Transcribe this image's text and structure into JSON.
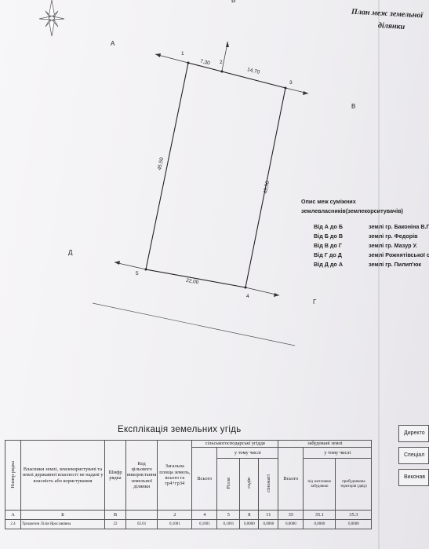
{
  "plan": {
    "title_line1": "План меж земельної",
    "title_line2": "ділянки",
    "sides": {
      "a": "А",
      "b": "Б",
      "v": "В",
      "g": "Г",
      "d": "Д"
    },
    "points": [
      "1",
      "2",
      "3",
      "4",
      "5"
    ],
    "dimensions": {
      "p1_p2": "7,30",
      "p2_p3": "14,70",
      "p3_p4": "45,50",
      "p4_p5": "22,00",
      "p5_p1": "45,50"
    }
  },
  "legend": {
    "heading_line1": "Опис меж суміжних",
    "heading_line2": "землевласників(землекорситувачів)",
    "rows": [
      {
        "label": "Від А до Б",
        "text": "землі гр. Баконіна В.П."
      },
      {
        "label": "Від Б до В",
        "text": "землі гр. Федорів"
      },
      {
        "label": "Від В до Г",
        "text": "землі гр. Мазур У."
      },
      {
        "label": "Від Г до Д",
        "text": "землі Рожнятівської селищ"
      },
      {
        "label": "Від Д до А",
        "text": "землі гр. Пилип'юк"
      }
    ]
  },
  "explication": {
    "title": "Експлікація земельних угідь",
    "headers": {
      "row_number": "Номер рядка",
      "owners": "Власники землі, землекористувачі та землі державної власності не надані у власність або користування",
      "cipher": "Шифр рядка",
      "purpose_code": "Код цільового використання земельної ділянки",
      "total_area": "Загальна площа земель, всього га гр4+гр34",
      "agri_group": "сільськогосподарські угіддя",
      "agri_total": "Всього",
      "agri_sub": "у тому числі",
      "arable": "Рілля",
      "gardens": "садів",
      "hayfields": "сіножаті",
      "built_group": "забудовані землі",
      "built_total": "Всього",
      "built_sub": "у тому числі",
      "residential": "під житловою забудовою",
      "homestead": "прибудинкова територія (двір)"
    },
    "index_row": [
      "А",
      "Б",
      "В",
      "2",
      "4",
      "5",
      "8",
      "11",
      "35",
      "35.1",
      "35.3"
    ],
    "data_row": {
      "n": "2.4",
      "owner": "Троцюпин Лілія Ярославівна",
      "cipher": "22",
      "code": "02.01",
      "total": "0,1001",
      "agri_total": "0,1001",
      "arable": "0,1001",
      "gardens": "0,0000",
      "hayfields": "0,0000",
      "built_total": "0,0000",
      "residential": "0,0000",
      "homestead": "0,0000"
    }
  },
  "side_boxes": {
    "director": "Директо",
    "specialist": "Спеціал",
    "executor": "Виконав"
  }
}
